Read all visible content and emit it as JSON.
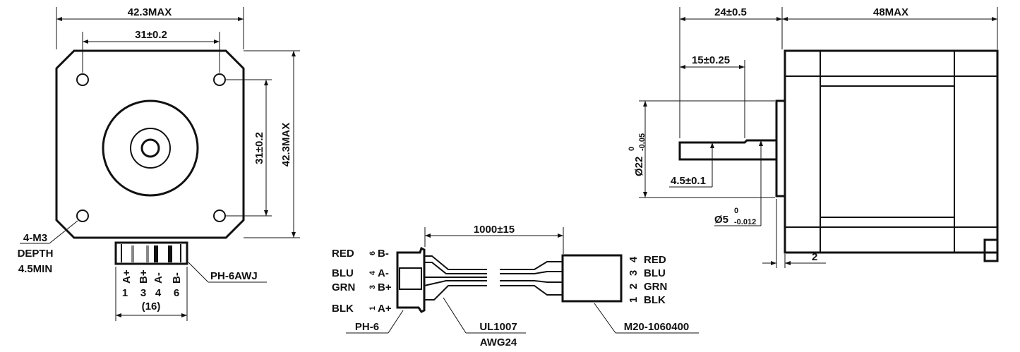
{
  "front_view": {
    "width_dim": "42.3MAX",
    "hole_spacing_h": "31±0.2",
    "hole_spacing_v": "31±0.2",
    "height_dim": "42.3MAX",
    "hole_note": [
      "4-M3",
      "DEPTH",
      "4.5MIN"
    ],
    "connector_label": "PH-6AWJ",
    "pin_labels": [
      "A+",
      "B+",
      "A-",
      "B-"
    ],
    "pin_numbers": [
      "1",
      "3",
      "4",
      "6"
    ],
    "connector_width": "(16)"
  },
  "cable": {
    "length_dim": "1000±15",
    "left_wires": [
      {
        "color": "RED",
        "pin": "6",
        "signal": "B-"
      },
      {
        "color": "BLU",
        "pin": "4",
        "signal": "A-"
      },
      {
        "color": "GRN",
        "pin": "3",
        "signal": "B+"
      },
      {
        "color": "BLK",
        "pin": "1",
        "signal": "A+"
      }
    ],
    "right_wires": [
      {
        "pin": "4",
        "color": "RED"
      },
      {
        "pin": "3",
        "color": "BLU"
      },
      {
        "pin": "2",
        "color": "GRN"
      },
      {
        "pin": "1",
        "color": "BLK"
      }
    ],
    "left_connector": "PH-6",
    "wire_spec": [
      "UL1007",
      "AWG24"
    ],
    "right_connector": "M20-1060400"
  },
  "side_view": {
    "shaft_length": "24±0.5",
    "body_length": "48MAX",
    "flat_length": "15±0.25",
    "boss_dia": "Ø22",
    "boss_tol_upper": "0",
    "boss_tol_lower": "-0.05",
    "flat_depth": "4.5±0.1",
    "shaft_dia": "Ø5",
    "shaft_tol_upper": "0",
    "shaft_tol_lower": "-0.012",
    "boss_height": "2"
  }
}
